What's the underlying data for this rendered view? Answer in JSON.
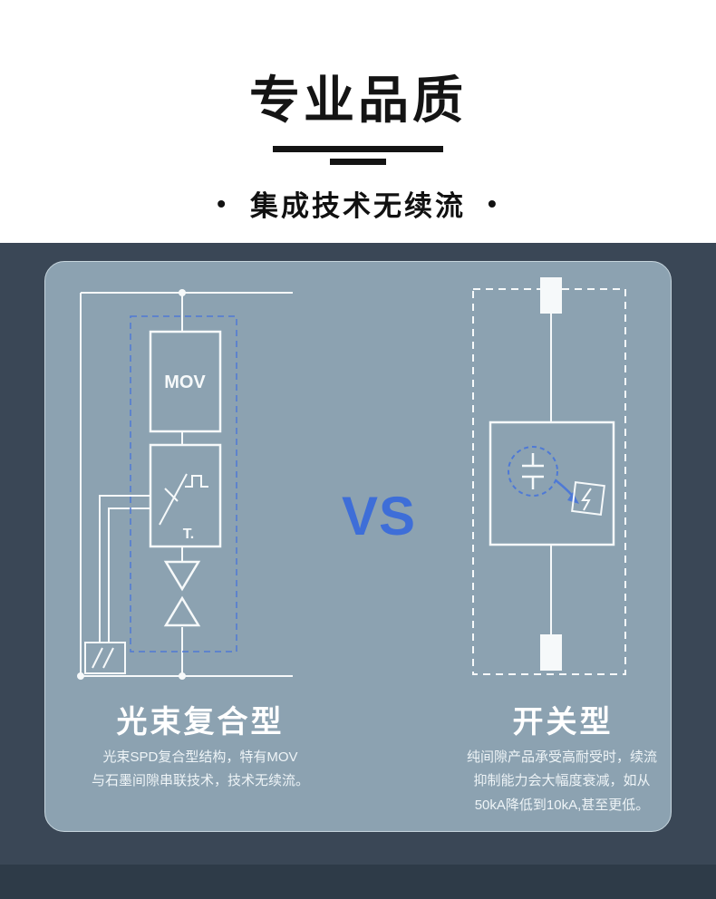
{
  "header": {
    "title": "专业品质",
    "bullet": "•",
    "subtitle": "集成技术无续流"
  },
  "comparison": {
    "vs_label": "VS",
    "left": {
      "name": "光束复合型",
      "mov_label": "MOV",
      "trigger_label": "T.",
      "desc_lines": [
        "光束SPD复合型结构，特有MOV",
        "与石墨间隙串联技术，技术无续流。"
      ]
    },
    "right": {
      "name": "开关型",
      "desc_lines": [
        "纯间隙产品承受高耐受时，续流",
        "抑制能力会大幅度衰减，如从",
        "50kA降低到10kA,甚至更低。"
      ]
    }
  },
  "colors": {
    "background_dark": "#3A4756",
    "panel_blue_gray": "#8CA2B1",
    "accent_blue": "#3E6ED8",
    "diagram_line": "#F6F9FA",
    "footer_dark": "#2E3B48",
    "title_black": "#141414"
  }
}
